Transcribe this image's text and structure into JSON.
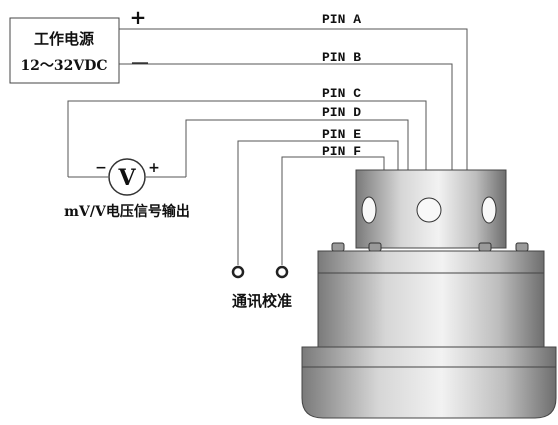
{
  "power_supply": {
    "title": "工作电源",
    "range": "12～32VDC",
    "plus_sign": "+",
    "minus_sign": "—"
  },
  "pins": [
    {
      "label": "PIN A"
    },
    {
      "label": "PIN B"
    },
    {
      "label": "PIN C"
    },
    {
      "label": "PIN D"
    },
    {
      "label": "PIN E"
    },
    {
      "label": "PIN F"
    }
  ],
  "voltmeter": {
    "symbol": "V",
    "minus_sign": "−",
    "plus_sign": "+",
    "caption": "mV/V电压信号输出"
  },
  "calibration": {
    "caption": "通讯校准"
  },
  "colors": {
    "wire": "#555555",
    "text": "#111111",
    "device_light": "#e6e6e6",
    "device_dark": "#7a7a7a"
  }
}
